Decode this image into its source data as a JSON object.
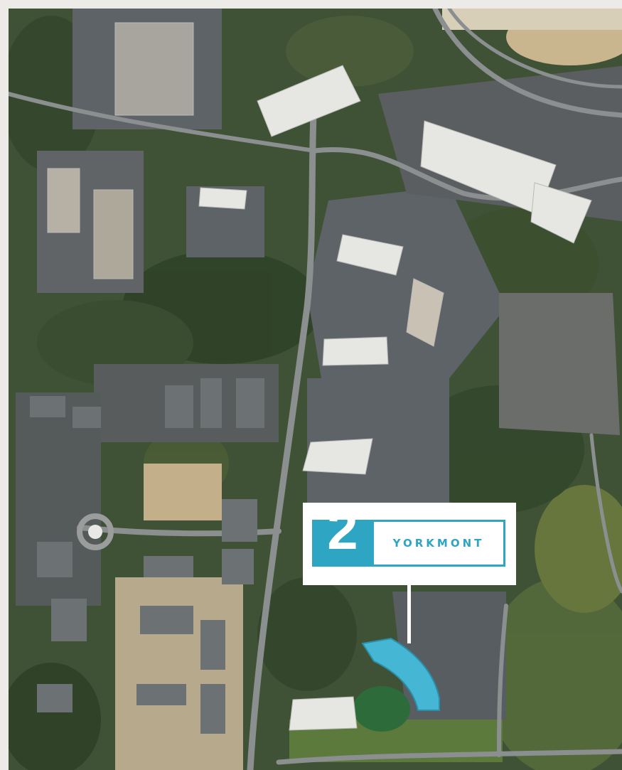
{
  "map": {
    "type": "aerial-site-map",
    "highlight_color": "#45b6d3",
    "brand_color": "#2ea5c3"
  },
  "callout": {
    "number": "2",
    "name": "YORKMONT"
  }
}
